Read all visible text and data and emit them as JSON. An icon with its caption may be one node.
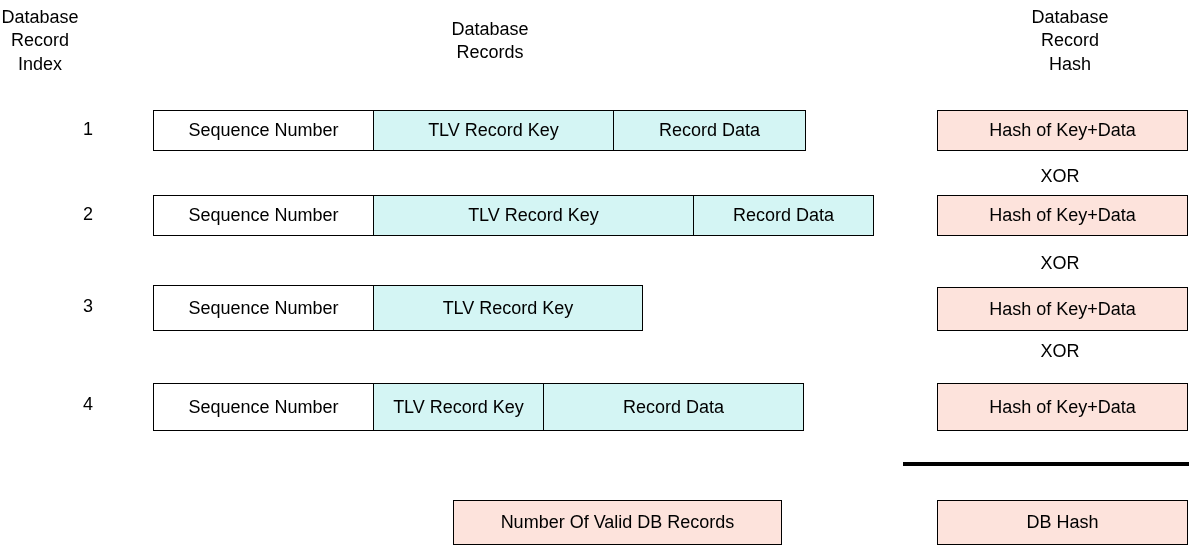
{
  "diagram": {
    "nodes": [
      {
        "text": [
          "Sequence Number"
        ]
      },
      {
        "text": [
          "TLV Record Key"
        ]
      },
      {
        "text": [
          "Record Data"
        ]
      },
      {
        "text": [
          "Hash of Key+Data"
        ]
      },
      {
        "text": [
          "Sequence Number"
        ]
      },
      {
        "text": [
          "TLV Record Key"
        ]
      },
      {
        "text": [
          "Record Data"
        ]
      },
      {
        "text": [
          "Hash of Key+Data"
        ]
      },
      {
        "text": [
          "Sequence Number"
        ]
      },
      {
        "text": [
          "TLV Record Key"
        ]
      },
      {
        "text": [
          "Hash of Key+Data"
        ]
      },
      {
        "text": [
          "Sequence Number"
        ]
      },
      {
        "text": [
          "TLV Record Key"
        ]
      },
      {
        "text": [
          "Record Data"
        ]
      },
      {
        "text": [
          "Hash of Key+Data"
        ]
      },
      {
        "text": [
          "Number Of Valid DB Records"
        ]
      },
      {
        "text": [
          "DB Hash"
        ]
      }
    ],
    "labels": [
      "Database Record Index",
      "Database Records",
      "Database Record Hash",
      "1",
      "XOR",
      "2",
      "XOR",
      "3",
      "XOR",
      "4"
    ]
  }
}
